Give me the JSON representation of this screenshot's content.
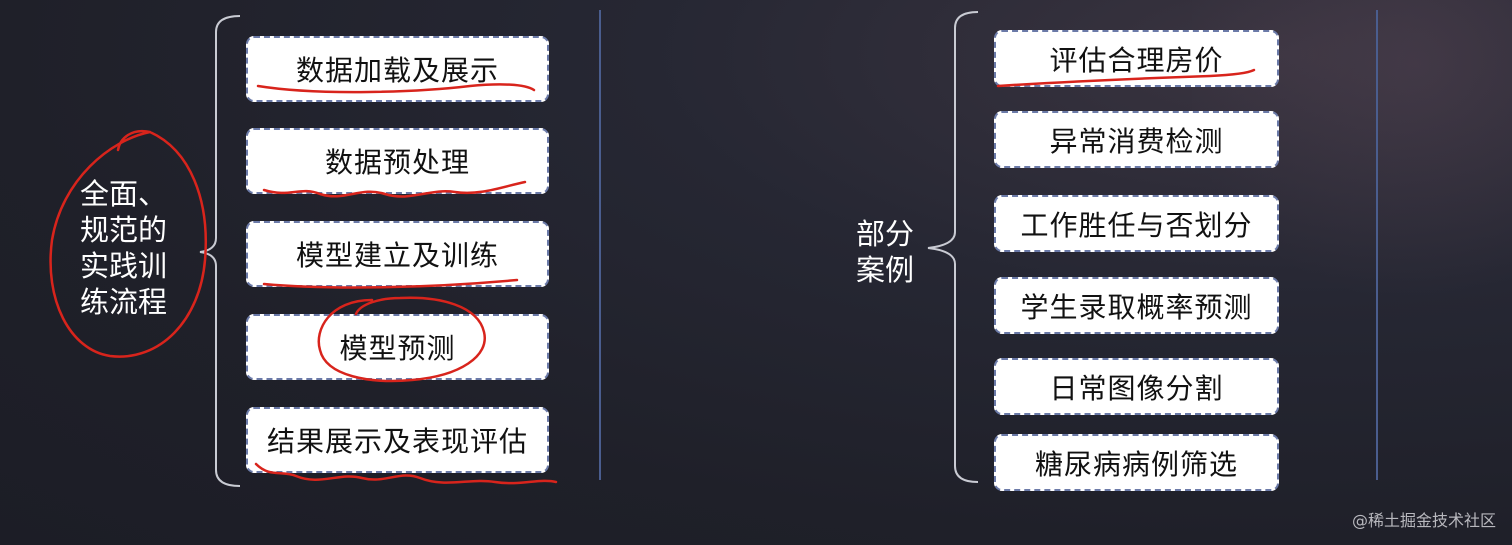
{
  "left_group": {
    "label": "全面、\n规范的\n实践训\n练流程",
    "items": [
      {
        "label": "数据加载及展示"
      },
      {
        "label": "数据预处理"
      },
      {
        "label": "模型建立及训练"
      },
      {
        "label": "模型预测"
      },
      {
        "label": "结果展示及表现评估"
      }
    ]
  },
  "right_group": {
    "label": "部分\n案例",
    "items": [
      {
        "label": "评估合理房价"
      },
      {
        "label": "异常消费检测"
      },
      {
        "label": "工作胜任与否划分"
      },
      {
        "label": "学生录取概率预测"
      },
      {
        "label": "日常图像分割"
      },
      {
        "label": "糖尿病病例筛选"
      }
    ]
  },
  "watermark": "@稀土掘金技术社区",
  "colors": {
    "background": "#1f2029",
    "box_fill": "#ffffff",
    "box_border": "#6b7aa8",
    "annotation_red": "#d8241c",
    "divider": "#4a5d8e"
  }
}
